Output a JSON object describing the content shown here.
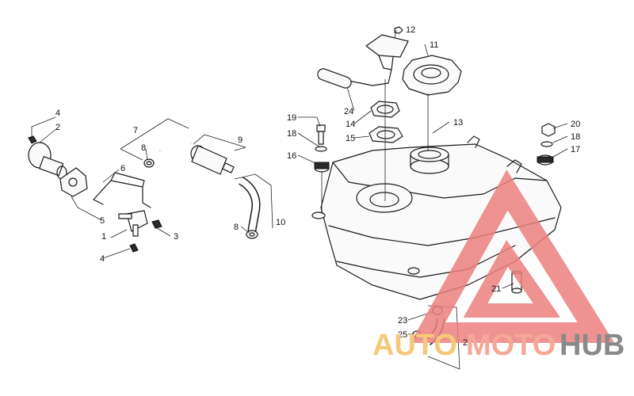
{
  "callouts": {
    "c1": "1",
    "c2": "2",
    "c3": "3",
    "c4a": "4",
    "c4b": "4",
    "c5": "5",
    "c6": "6",
    "c7": "7",
    "c8a": "8",
    "c8b": "8",
    "c9": "9",
    "c10": "10",
    "c11": "11",
    "c12": "12",
    "c13": "13",
    "c14": "14",
    "c15": "15",
    "c16": "16",
    "c17": "17",
    "c18a": "18",
    "c18b": "18",
    "c19": "19",
    "c20": "20",
    "c21": "21",
    "c22": "22",
    "c23": "23",
    "c24": "24",
    "c25": "25"
  },
  "watermark": {
    "part1": "AUTO",
    "part2": "MOTO",
    "part3": "HUB",
    "color_auto": "#f5c87a",
    "color_moto": "#f4a898",
    "color_hub": "#8a8a8a",
    "triangle_color": "#ec7f7f"
  }
}
